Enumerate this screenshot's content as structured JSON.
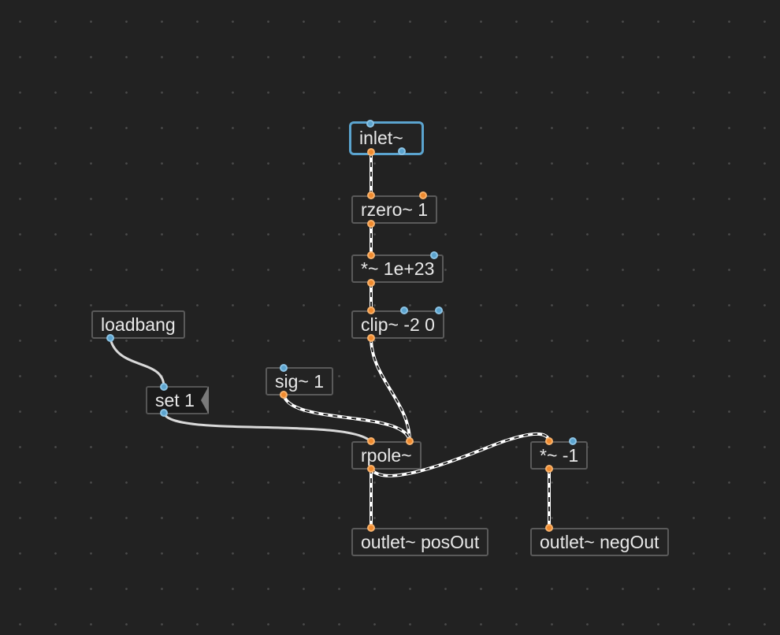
{
  "objects": {
    "inlet": "inlet~",
    "rzero": "rzero~ 1",
    "mul_big": "*~ 1e+23",
    "clip": "clip~ -2 0",
    "loadbang": "loadbang",
    "set_msg": "set 1",
    "sig": "sig~ 1",
    "rpole": "rpole~",
    "mul_neg": "*~ -1",
    "outlet_pos": "outlet~ posOut",
    "outlet_neg": "outlet~ negOut"
  },
  "colors": {
    "background": "#222222",
    "grid_dot": "#4a4a4a",
    "box_border": "#5a5a5a",
    "selection": "#5ba4cf",
    "signal_port": "#f08a2e",
    "control_port": "#5ba4cf",
    "control_wire": "#d9d9d9",
    "signal_wire": "#ffffff"
  }
}
